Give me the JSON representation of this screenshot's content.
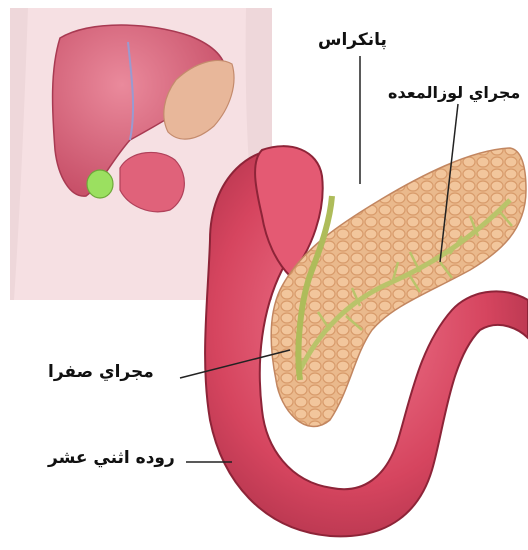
{
  "labels": {
    "pancreas": "پانکراس",
    "pancreatic_duct": "مجراي لوزالمعده",
    "bile_duct": "مجراي صفرا",
    "duodenum": "روده اثني عشر"
  },
  "colors": {
    "inset_bg": "#f3dde0",
    "body_skin": "#f8e2e5",
    "liver": "#d35a70",
    "gallbladder": "#9be060",
    "pancreas": "#e9b487",
    "duodenum": "#d84b63",
    "duct": "#c7d47a"
  }
}
